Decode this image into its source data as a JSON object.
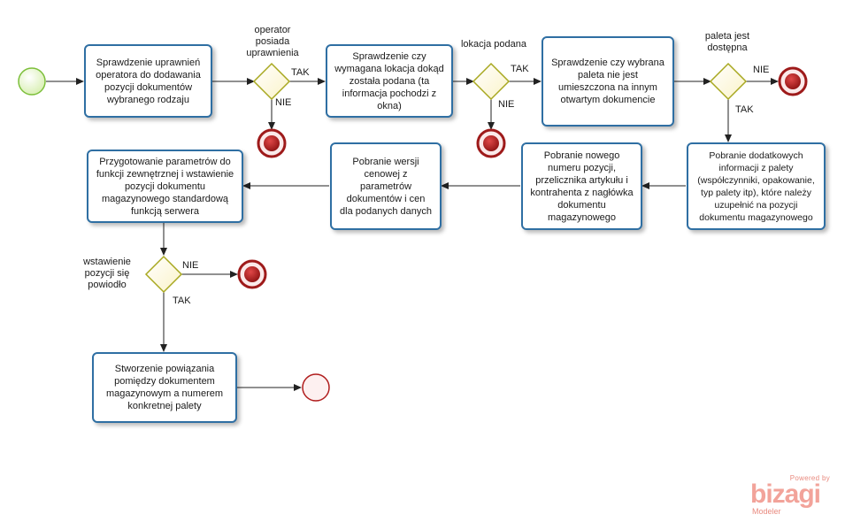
{
  "tasks": {
    "t1": "Sprawdzenie uprawnień operatora do dodawania pozycji dokumentów wybranego rodzaju",
    "t2": "Sprawdzenie czy wymagana lokacja dokąd została podana (ta informacja pochodzi z okna)",
    "t3": "Sprawdzenie czy wybrana paleta nie jest umieszczona na innym otwartym dokumencie",
    "t4": "Pobranie dodatkowych informacji z palety (współczynniki, opakowanie, typ palety itp), które należy uzupełnić na pozycji dokumentu magazynowego",
    "t5": "Pobranie nowego numeru pozycji, przelicznika artykułu i kontrahenta z nagłówka dokumentu magazynowego",
    "t6": "Pobranie wersji cenowej z parametrów dokumentów i cen dla podanych danych",
    "t7": "Przygotowanie parametrów do funkcji zewnętrznej i wstawienie pozycji dokumentu magazynowego standardową funkcją serwera",
    "t8": "Stworzenie powiązania pomiędzy dokumentem magazynowym a numerem konkretnej palety"
  },
  "gateways": {
    "g1": "operator posiada uprawnienia",
    "g2": "lokacja podana",
    "g3": "paleta jest dostępna",
    "g4": "wstawienie pozycji się powiodło"
  },
  "flows": {
    "yes": "TAK",
    "no": "NIE"
  },
  "branding": {
    "powered": "Powered by",
    "name": "bizagi",
    "product": "Modeler"
  },
  "colors": {
    "task_border": "#2f6fa3",
    "start_fill": "#e8f5c8",
    "start_stroke": "#7cbf3a",
    "end_stroke": "#9e1a1a",
    "end_fill": "#b01c1c",
    "gateway_stroke": "#a8a820",
    "gateway_fill": "#fffbe0",
    "connector": "#222222"
  }
}
